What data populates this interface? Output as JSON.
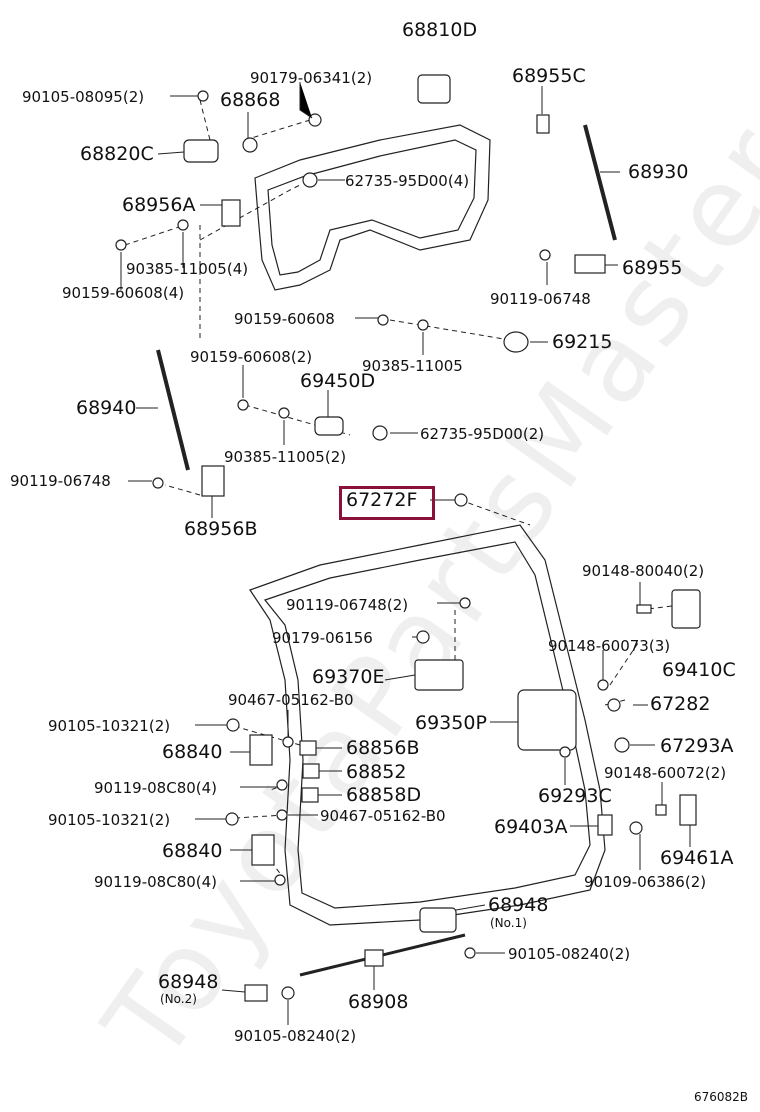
{
  "watermark": "ToyotaPartsMaster.ru",
  "diagram_code": "676082B",
  "highlight_part": "67272F",
  "labels": {
    "p68810D": "68810D",
    "p90105_08095": "90105-08095(2)",
    "p90179_06341": "90179-06341(2)",
    "p68868": "68868",
    "p68955C": "68955C",
    "p68820C": "68820C",
    "p62735_95D00_4": "62735-95D00(4)",
    "p68930": "68930",
    "p68956A": "68956A",
    "p90385_11005_4": "90385-11005(4)",
    "p90159_60608_4": "90159-60608(4)",
    "p68955": "68955",
    "p90119_06748_top": "90119-06748",
    "p90159_60608": "90159-60608",
    "p69215": "69215",
    "p90385_11005": "90385-11005",
    "p90159_60608_2": "90159-60608(2)",
    "p69450D": "69450D",
    "p68940": "68940",
    "p90385_11005_2": "90385-11005(2)",
    "p62735_95D00_2": "62735-95D00(2)",
    "p90119_06748_left": "90119-06748",
    "p67272F": "67272F",
    "p68956B": "68956B",
    "p90148_80040": "90148-80040(2)",
    "p90119_06748_2": "90119-06748(2)",
    "p90179_06156": "90179-06156",
    "p90148_60073": "90148-60073(3)",
    "p69410C": "69410C",
    "p69370E": "69370E",
    "p90467_05162_B0_a": "90467-05162-B0",
    "p67282": "67282",
    "p90105_10321_a": "90105-10321(2)",
    "p69350P": "69350P",
    "p68840_a": "68840",
    "p68856B": "68856B",
    "p67293A": "67293A",
    "p68852": "68852",
    "p90148_60072": "90148-60072(2)",
    "p90119_08C80_a": "90119-08C80(4)",
    "p68858D": "68858D",
    "p69293C": "69293C",
    "p90105_10321_b": "90105-10321(2)",
    "p90467_05162_B0_b": "90467-05162-B0",
    "p69403A": "69403A",
    "p68840_b": "68840",
    "p69461A": "69461A",
    "p90119_08C80_b": "90119-08C80(4)",
    "p90109_06386": "90109-06386(2)",
    "p68948_no1": "68948",
    "p68948_no1_sub": "(No.1)",
    "p90105_08240_a": "90105-08240(2)",
    "p68948_no2": "68948",
    "p68948_no2_sub": "(No.2)",
    "p68908": "68908",
    "p90105_08240_b": "90105-08240(2)"
  }
}
